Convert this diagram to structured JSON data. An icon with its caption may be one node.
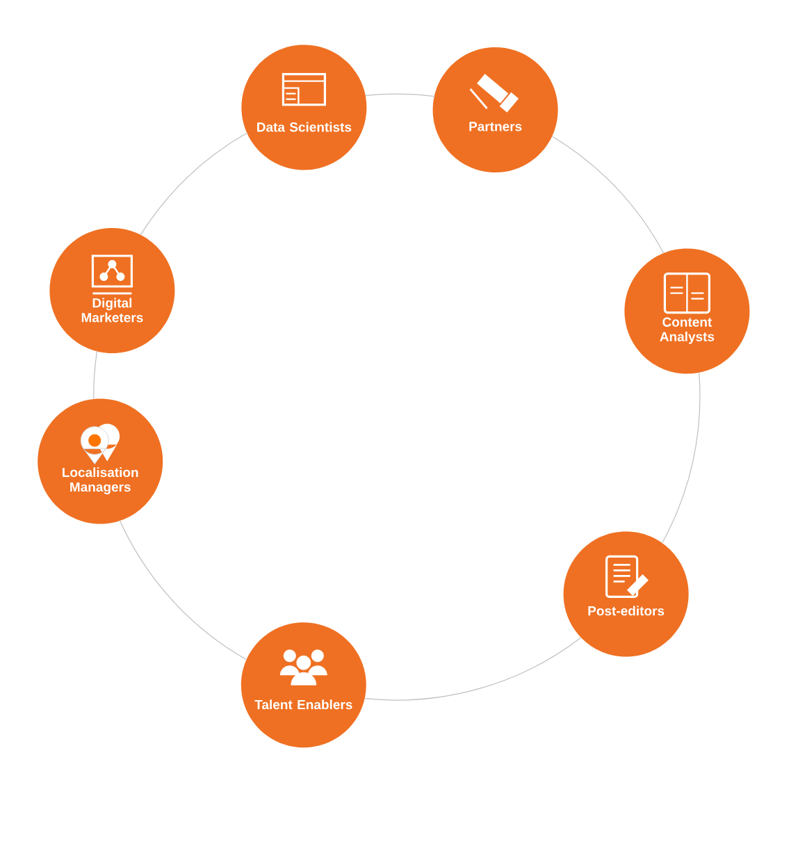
{
  "diagram": {
    "nodes": [
      {
        "text": [
          "Data Scientists"
        ]
      },
      {
        "text": [
          "Partners"
        ]
      },
      {
        "text": [
          "Content Analysts"
        ]
      },
      {
        "text": [
          "Post-editors"
        ]
      },
      {
        "text": [
          "Talent Enablers"
        ]
      },
      {
        "text": [
          "Localisation Managers"
        ]
      },
      {
        "text": [
          "Digital Marketers"
        ]
      }
    ],
    "edges": [
      {
        "from": 0,
        "to": 1,
        "arrow": "none"
      },
      {
        "from": 1,
        "to": 2,
        "arrow": "none"
      },
      {
        "from": 2,
        "to": 3,
        "arrow": "none"
      },
      {
        "from": 3,
        "to": 4,
        "arrow": "none"
      },
      {
        "from": 4,
        "to": 5,
        "arrow": "none"
      },
      {
        "from": 5,
        "to": 6,
        "arrow": "none"
      },
      {
        "from": 6,
        "to": 0,
        "arrow": "none"
      }
    ]
  }
}
